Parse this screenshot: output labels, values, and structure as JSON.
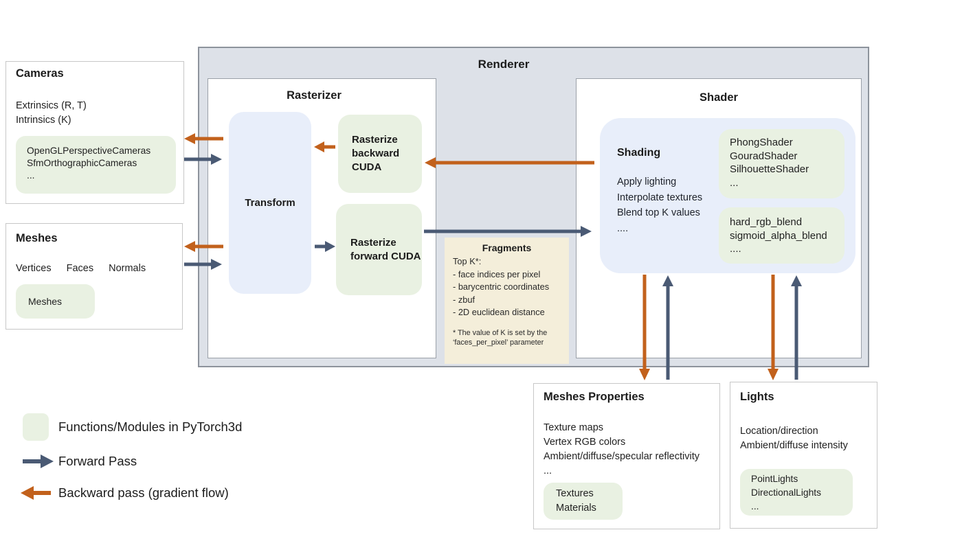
{
  "colors": {
    "renderer_bg": "#dde1e8",
    "panel_blue": "#e8eefa",
    "module_green": "#e9f1e2",
    "fragments_tan": "#f4eeda",
    "forward_arrow": "#4a5a74",
    "backward_arrow": "#c2611c"
  },
  "renderer": {
    "title": "Renderer"
  },
  "rasterizer": {
    "title": "Rasterizer",
    "transform_label": "Transform",
    "rasterize_backward_label": "Rasterize backward CUDA",
    "rasterize_forward_label": "Rasterize forward CUDA"
  },
  "fragments": {
    "title": "Fragments",
    "lines": [
      "Top K*:",
      "- face indices per pixel",
      "- barycentric coordinates",
      "- zbuf",
      "- 2D euclidean distance"
    ],
    "footnote": "* The value of K is set by the ‘faces_per_pixel’ parameter"
  },
  "shader": {
    "title": "Shader",
    "shading_title": "Shading",
    "shading_lines": [
      "Apply lighting",
      "Interpolate textures",
      "Blend top K values",
      "...."
    ],
    "shader_modules": [
      "PhongShader",
      "GouradShader",
      "SilhouetteShader",
      "..."
    ],
    "blend_functions": [
      "hard_rgb_blend",
      "sigmoid_alpha_blend",
      "...."
    ]
  },
  "cameras": {
    "title": "Cameras",
    "lines": [
      "Extrinsics (R, T)",
      "Intrinsics (K)"
    ],
    "modules": [
      "OpenGLPerspectiveCameras",
      "SfmOrthographicCameras",
      "..."
    ]
  },
  "meshes": {
    "title": "Meshes",
    "fields": [
      "Vertices",
      "Faces",
      "Normals"
    ],
    "module_label": "Meshes"
  },
  "meshes_properties": {
    "title": "Meshes Properties",
    "lines": [
      "Texture maps",
      "Vertex RGB colors",
      "Ambient/diffuse/specular reflectivity",
      "..."
    ],
    "modules": [
      "Textures",
      "Materials"
    ]
  },
  "lights": {
    "title": "Lights",
    "lines": [
      "Location/direction",
      "Ambient/diffuse intensity"
    ],
    "modules": [
      "PointLights",
      "DirectionalLights",
      "..."
    ]
  },
  "legend": {
    "module_label": "Functions/Modules in PyTorch3d",
    "forward_label": "Forward Pass",
    "backward_label": "Backward pass (gradient flow)"
  }
}
